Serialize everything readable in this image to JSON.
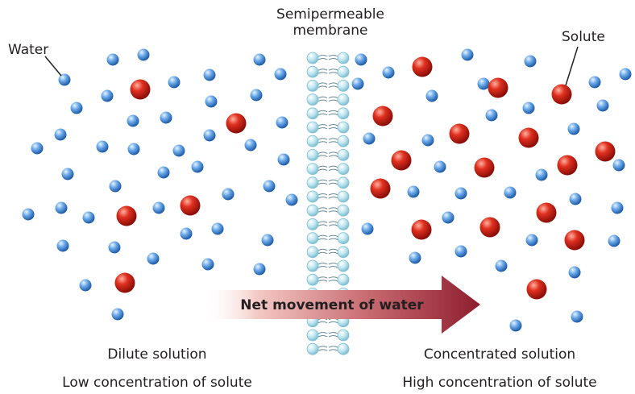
{
  "labels": {
    "water": "Water",
    "membrane_line1": "Semipermeable",
    "membrane_line2": "membrane",
    "solute": "Solute",
    "arrow": "Net movement of water",
    "left_title": "Dilute solution",
    "left_subtitle": "Low concentration of solute",
    "right_title": "Concentrated solution",
    "right_subtitle": "High concentration of solute"
  },
  "colors": {
    "water": "#4a90d9",
    "solute": "#d42a20",
    "membrane": "#a9dbe8",
    "arrow_start": "#ffffff",
    "arrow_end": "#8e1d2e",
    "text": "#231f20"
  }
}
